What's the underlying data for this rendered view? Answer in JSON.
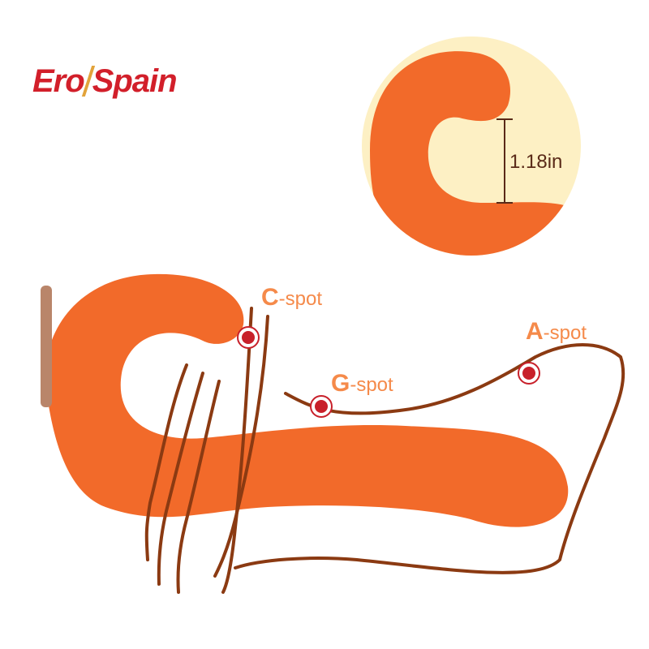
{
  "brand": {
    "name_part1": "Ero",
    "name_part2": "Spain",
    "color": "#d21f2a"
  },
  "inset": {
    "dimension_label": "1.18in",
    "background": "#fdf0c4"
  },
  "product": {
    "color": "#f26a2a"
  },
  "spots": [
    {
      "prefix": "C",
      "suffix": "-spot",
      "label": "C-spot"
    },
    {
      "prefix": "G",
      "suffix": "-spot",
      "label": "G-spot"
    },
    {
      "prefix": "A",
      "suffix": "-spot",
      "label": "A-spot"
    }
  ],
  "colors": {
    "label": "#f58a4a",
    "marker": "#c8202a",
    "line": "#8b3a12",
    "dimension": "#5a2a18"
  }
}
